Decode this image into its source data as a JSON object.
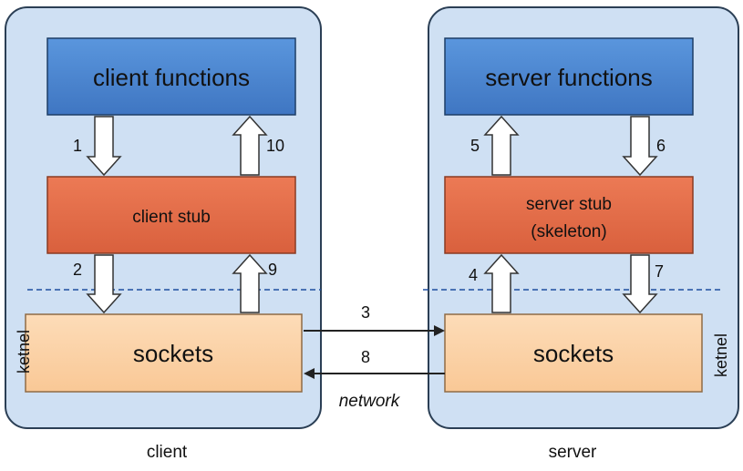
{
  "client": {
    "functions_label": "client functions",
    "stub_label": "client stub",
    "sockets_label": "sockets",
    "kernel_label": "ketnel",
    "caption": "client"
  },
  "server": {
    "functions_label": "server functions",
    "stub_label_line1": "server stub",
    "stub_label_line2": "(skeleton)",
    "sockets_label": "sockets",
    "kernel_label": "ketnel",
    "caption": "server"
  },
  "steps": {
    "s1": "1",
    "s2": "2",
    "s3": "3",
    "s4": "4",
    "s5": "5",
    "s6": "6",
    "s7": "7",
    "s8": "8",
    "s9": "9",
    "s10": "10"
  },
  "network_label": "network",
  "colors": {
    "panel_fill": "#cfe0f3",
    "panel_stroke": "#2b3f55",
    "functions_fill": "#4a86d1",
    "stub_fill": "#e66e4b",
    "sockets_fill": "#fbd2a8",
    "divider": "#1f4fa0"
  }
}
